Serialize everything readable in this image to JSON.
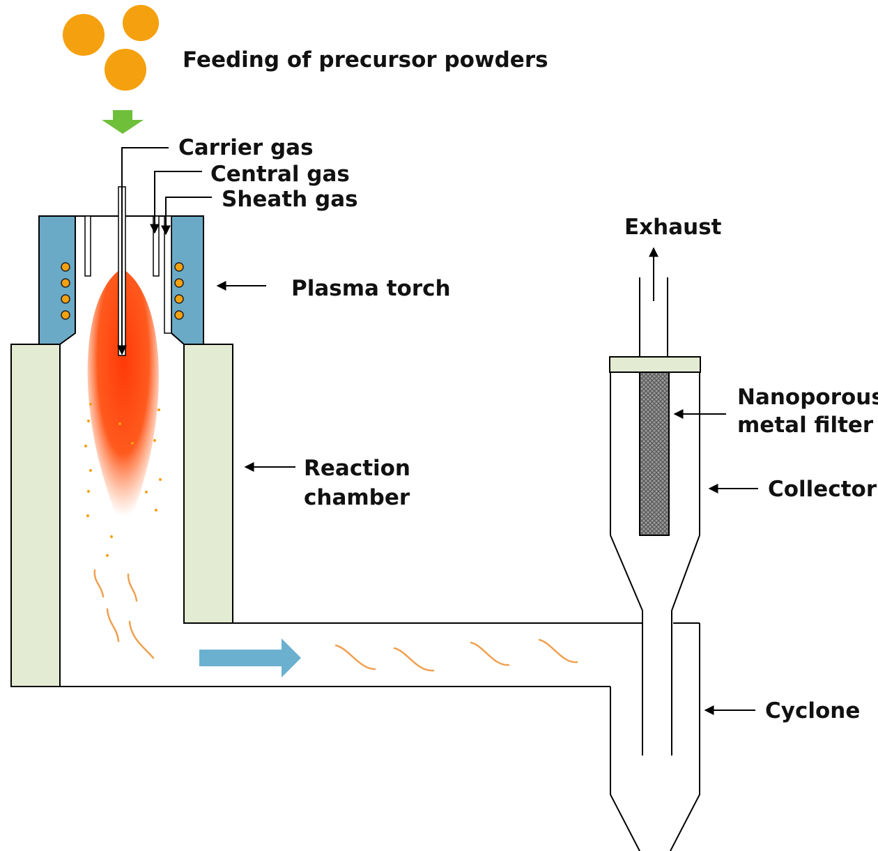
{
  "labels": {
    "feeding": "Feeding of precursor powders",
    "carrier_gas": "Carrier gas",
    "central_gas": "Central gas",
    "sheath_gas": "Sheath gas",
    "plasma_torch": "Plasma torch",
    "reaction_chamber_1": "Reaction",
    "reaction_chamber_2": "chamber",
    "exhaust": "Exhaust",
    "filter_1": "Nanoporous",
    "filter_2": "metal filter",
    "collector": "Collector",
    "cyclone": "Cyclone"
  },
  "colors": {
    "powder": "#F5A00F",
    "feed_arrow": "#6FBF3A",
    "torch_body": "#6BAAC6",
    "coil": "#F5A00F",
    "chamber_wall": "#E4EBD3",
    "plasma": "#FF4A10",
    "flow_arrow": "#6BB0CF",
    "particle": "#F0A050",
    "filter": "#888888",
    "line": "#000000"
  }
}
